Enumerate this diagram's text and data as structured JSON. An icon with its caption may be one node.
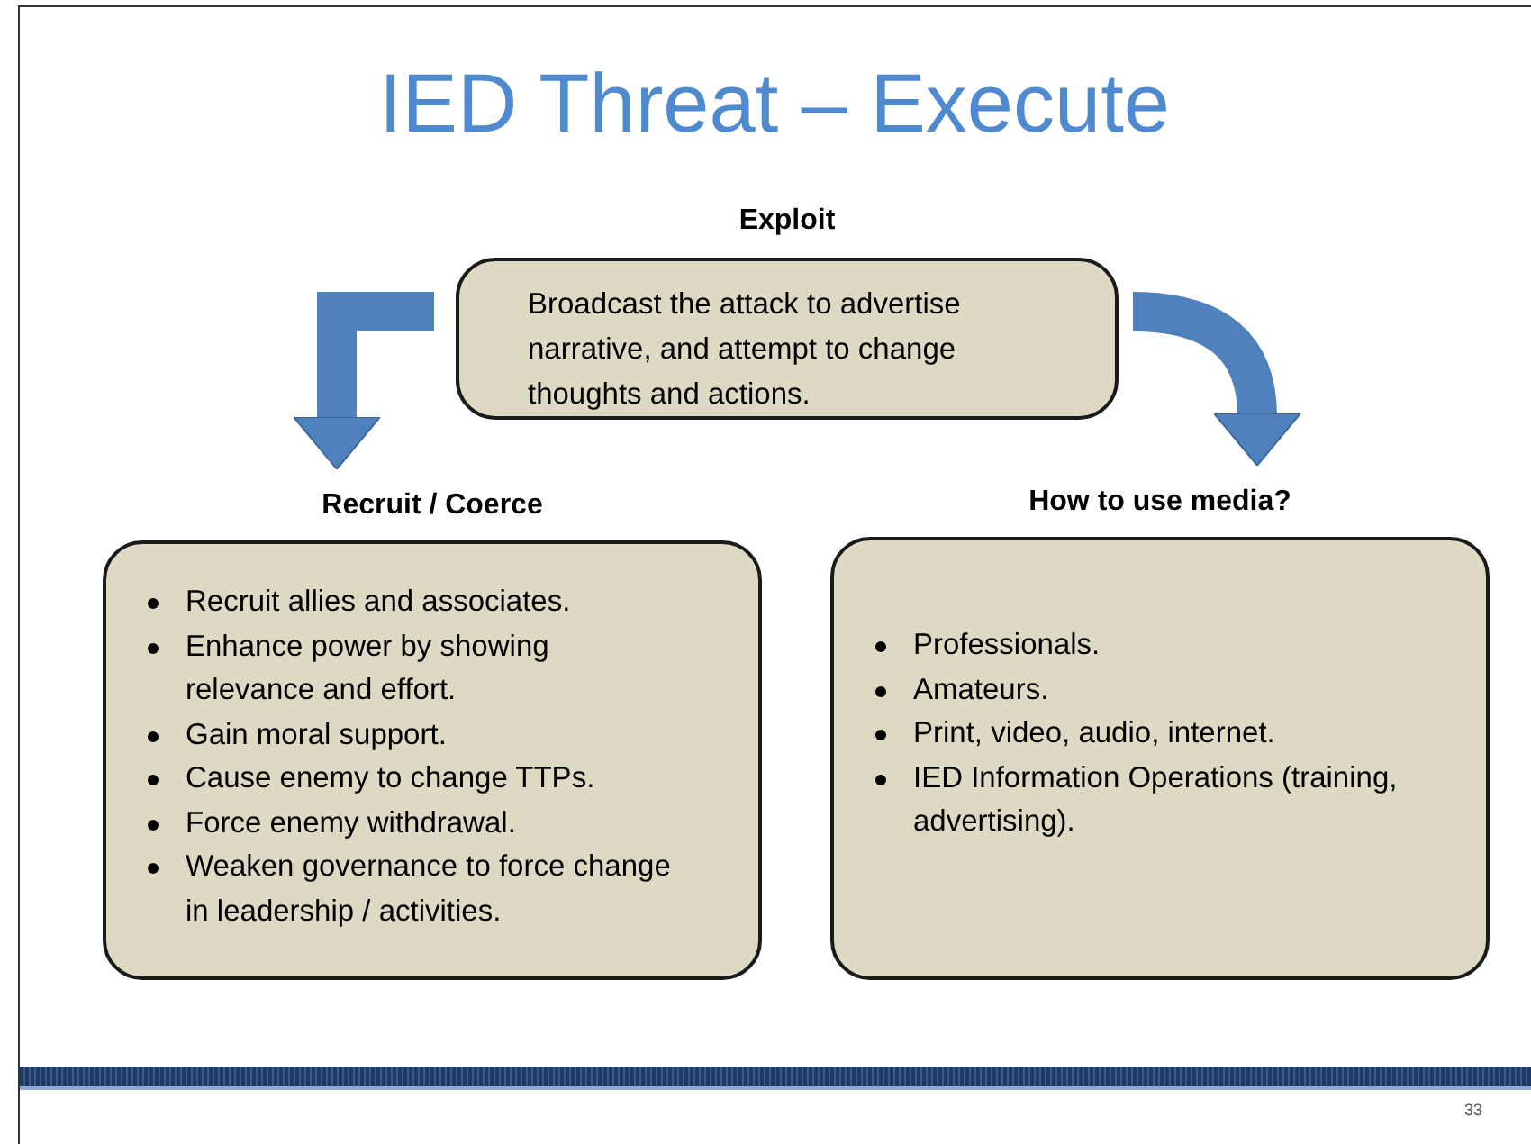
{
  "diagram": {
    "title": "IED Threat – Execute",
    "nodes": [
      {
        "text": [
          "Exploit",
          "Broadcast the attack to advertise narrative, and attempt to change thoughts and actions."
        ]
      },
      {
        "text": [
          "Recruit / Coerce",
          "Recruit allies and associates.",
          "Enhance power by showing relevance and effort.",
          "Gain moral support.",
          "Cause enemy to change TTPs.",
          "Force enemy withdrawal.",
          "Weaken governance to force change in leadership / activities."
        ]
      },
      {
        "text": [
          "How to use media?",
          "Professionals.",
          "Amateurs.",
          "Print, video, audio, internet.",
          "IED Information Operations (training, advertising)."
        ]
      }
    ],
    "edges": [
      {
        "from": 0,
        "to": 1,
        "arrow": "to"
      },
      {
        "from": 0,
        "to": 2,
        "arrow": "to"
      }
    ],
    "labels": [
      "33"
    ]
  }
}
